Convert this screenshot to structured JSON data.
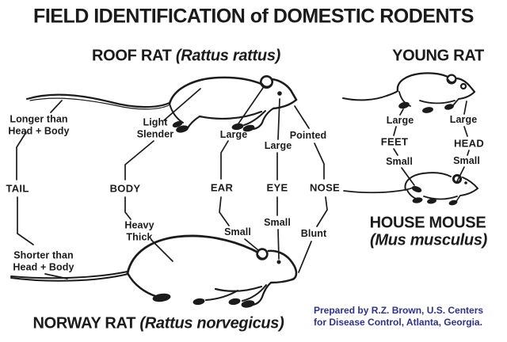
{
  "title": "FIELD IDENTIFICATION of DOMESTIC RODENTS",
  "colors": {
    "ink": "#1b1b1b",
    "background": "#ffffff",
    "credit_text": "#2e3192"
  },
  "sections": {
    "roof_rat": {
      "name": "ROOF RAT",
      "scientific": "(Rattus rattus)"
    },
    "norway_rat": {
      "name": "NORWAY RAT",
      "scientific": "(Rattus norvegicus)"
    },
    "young_rat": {
      "name": "YOUNG RAT"
    },
    "house_mouse": {
      "name": "HOUSE MOUSE",
      "scientific": "(Mus musculus)"
    }
  },
  "features": {
    "tail": {
      "name": "TAIL",
      "roof_line1": "Longer than",
      "roof_line2": "Head + Body",
      "norway_line1": "Shorter than",
      "norway_line2": "Head + Body"
    },
    "body": {
      "name": "BODY",
      "roof_line1": "Light",
      "roof_line2": "Slender",
      "norway_line1": "Heavy",
      "norway_line2": "Thick"
    },
    "ear": {
      "name": "EAR",
      "roof": "Large",
      "norway": "Small"
    },
    "eye": {
      "name": "EYE",
      "roof": "Large",
      "norway": "Small"
    },
    "nose": {
      "name": "NOSE",
      "roof": "Pointed",
      "norway": "Blunt"
    },
    "feet": {
      "name": "FEET",
      "young_rat": "Large",
      "house_mouse": "Small"
    },
    "head": {
      "name": "HEAD",
      "young_rat": "Large",
      "house_mouse": "Small"
    }
  },
  "credit": {
    "line1": "Prepared by R.Z. Brown,  U.S. Centers",
    "line2": "for Disease Control, Atlanta, Georgia."
  }
}
